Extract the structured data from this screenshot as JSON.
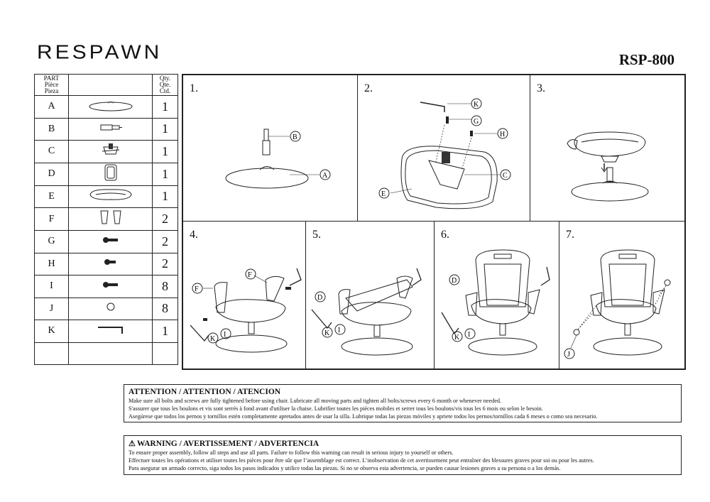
{
  "brand": "RESPAWN",
  "model": "RSP-800",
  "parts_table": {
    "header_part": [
      "PART",
      "Pièce",
      "Pieza"
    ],
    "header_qty": [
      "Qty.",
      "Qte.",
      "Ctd."
    ],
    "rows": [
      {
        "letter": "A",
        "qty": "1",
        "icon": "chair-base-icon"
      },
      {
        "letter": "B",
        "qty": "1",
        "icon": "gas-cylinder-icon"
      },
      {
        "letter": "C",
        "qty": "1",
        "icon": "seat-mechanism-icon"
      },
      {
        "letter": "D",
        "qty": "1",
        "icon": "backrest-icon"
      },
      {
        "letter": "E",
        "qty": "1",
        "icon": "seat-cushion-icon"
      },
      {
        "letter": "F",
        "qty": "2",
        "icon": "armrest-icon"
      },
      {
        "letter": "G",
        "qty": "2",
        "icon": "bolt-icon"
      },
      {
        "letter": "H",
        "qty": "2",
        "icon": "short-bolt-icon"
      },
      {
        "letter": "I",
        "qty": "8",
        "icon": "bolt-icon"
      },
      {
        "letter": "J",
        "qty": "8",
        "icon": "cap-icon"
      },
      {
        "letter": "K",
        "qty": "1",
        "icon": "allen-key-icon"
      }
    ]
  },
  "steps": [
    {
      "num": "1.",
      "labels": [
        "B",
        "A"
      ]
    },
    {
      "num": "2.",
      "labels": [
        "K",
        "G",
        "H",
        "C",
        "E"
      ]
    },
    {
      "num": "3.",
      "labels": []
    },
    {
      "num": "4.",
      "labels": [
        "F",
        "F",
        "K",
        "I"
      ]
    },
    {
      "num": "5.",
      "labels": [
        "D",
        "K",
        "I"
      ]
    },
    {
      "num": "6.",
      "labels": [
        "D",
        "K",
        "I"
      ]
    },
    {
      "num": "7.",
      "labels": [
        "J"
      ]
    }
  ],
  "attention": {
    "title": "ATTENTION / ATTENTION / ATENCION",
    "lines": [
      "Make sure all bolts and screws are fully tightened before using chair. Lubricate all moving parts and tighten all bolts/screws every 6 month or whenever needed.",
      "S'assurer que tous les boulons et vis sont serrés à fond avant d'utiliser la chaise. Lubrifier toutes les pièces mobiles et serrer tous les boulons/vis tous les 6 mois ou selon le besoin.",
      "Asegúrese que todos los pernos y tornillos estén completamente apretados antes de usar la silla. Lubrique todas las piezas móviles y apriete todos los pernos/tornillos cada 6 meses o como sea necesario."
    ]
  },
  "warning": {
    "title": "WARNING / AVERTISSEMENT / ADVERTENCIA",
    "lines": [
      "To ensure proper assembly, follow all steps and use all parts. Failure to follow this warning can result in serious injury to yourself or others.",
      "Effectuer toutes les opérations et utiliser toutes les pièces pour être sûr que l’assemblage est correct. L’inobservation de cet avertissement peut entraîner des blessures graves pour soi ou pour les autres.",
      "Para asegurar un armado correcto, siga todos los pasos indicados y utilice todas las piezas. Si no se observa esta advertencia, se pueden causar lesiones graves a su persona o a los demás."
    ]
  }
}
